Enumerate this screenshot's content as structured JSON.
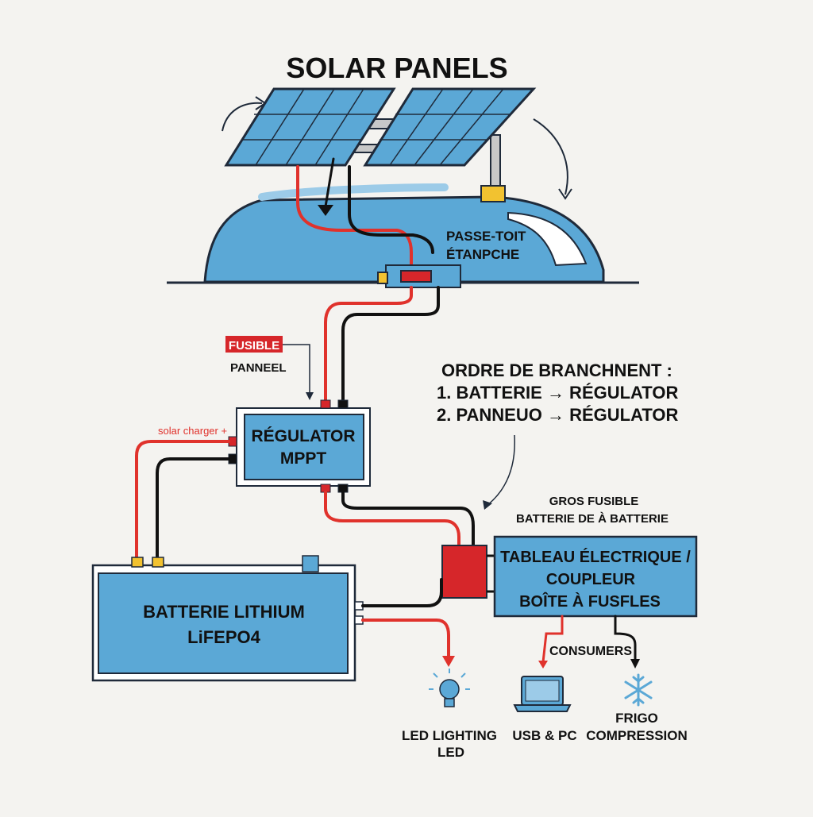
{
  "title": "SOLAR PANELS",
  "roof_pass": {
    "line1": "PASSE-TOIT",
    "line2": "ÉTANPCHE"
  },
  "fuse_panel": {
    "tag": "FUSIBLE",
    "label": "PANNEEL"
  },
  "regulator": {
    "line1": "RÉGULATOR",
    "line2": "MPPT",
    "side_label": "solar charger +"
  },
  "order_note": {
    "line1": "ORDRE DE BRANCHNENT :",
    "line2": "1. BATTERIE → RÉGULATOR",
    "line3": "2. PANNEUO → RÉGULATOR"
  },
  "big_fuse": {
    "line1": "GROS FUSIBLE",
    "line2": "BATTERIE DE À BATTERIE"
  },
  "panel_box": {
    "line1": "TABLEAU ÉLECTRIQUE /",
    "line2": "COUPLEUR",
    "line3": "BOÎTE À FUSFLES"
  },
  "battery": {
    "line1": "BATTERIE LITHIUM",
    "line2": "LiFEPO4"
  },
  "consumers_label": "CONSUMERS",
  "loads": [
    {
      "icon": "lightbulb-icon",
      "line1": "LED LIGHTING",
      "line2": "LED"
    },
    {
      "icon": "laptop-icon",
      "line1": "USB & PC",
      "line2": ""
    },
    {
      "icon": "snowflake-icon",
      "line1": "FRIGO",
      "line2": "COMPRESSION"
    }
  ],
  "colors": {
    "positive_wire": "#e0322c",
    "negative_wire": "#111111",
    "component_blue": "#5ba8d6",
    "fuse_red": "#d6262a",
    "terminal_yellow": "#f2c230",
    "outline": "#1f2a3a"
  }
}
